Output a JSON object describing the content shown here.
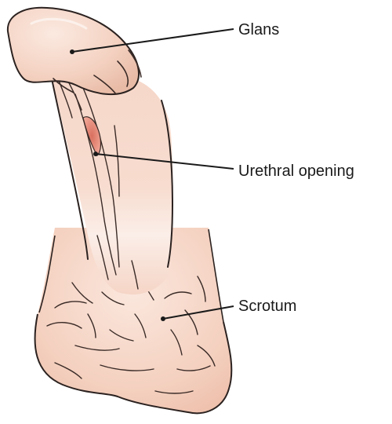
{
  "labels": {
    "glans": "Glans",
    "urethral_opening": "Urethral opening",
    "scrotum": "Scrotum"
  },
  "colors": {
    "skin": "#f6d7c8",
    "skin_shadow": "#e9bea9",
    "skin_highlight": "#fbe9e0",
    "outline": "#2b2220",
    "opening": "#e58b7c",
    "leader_line": "#1a1a1a"
  }
}
